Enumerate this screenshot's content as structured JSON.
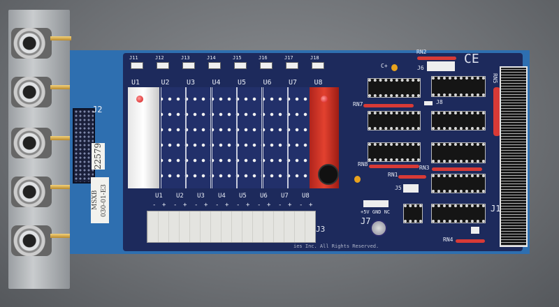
{
  "bracket": {
    "connector_count": 5,
    "connector_type": "bnc"
  },
  "stickers": {
    "serial": "22579",
    "model": "MSXB",
    "part": "030-01-E3"
  },
  "board": {
    "colors": {
      "pcb": "#2e6fb0",
      "solder_mask": "#1d2a5c",
      "module_u1": "#ffffff",
      "module_u8": "#e2412f"
    },
    "jumpers_top": [
      "J11",
      "J12",
      "J13",
      "J14",
      "J15",
      "J16",
      "J17",
      "J18"
    ],
    "slots": [
      "U1",
      "U2",
      "U3",
      "U4",
      "U5",
      "U6",
      "U7",
      "U8"
    ],
    "terminal_labels": [
      "U1",
      "U2",
      "U3",
      "U4",
      "U5",
      "U6",
      "U7",
      "U8"
    ],
    "polarity": {
      "minus": "-",
      "plus": "+"
    },
    "connectors": {
      "j2": "J2",
      "j3": "J3",
      "j1": "J1",
      "j5": "J5",
      "j6": "J6",
      "j7": "J7",
      "j8": "J8"
    },
    "resistor_networks": {
      "rn1": "RN1",
      "rn2": "RN2",
      "rn3": "RN3",
      "rn4": "RN4",
      "rn5": "RN5",
      "rn7": "RN7",
      "rn8": "RN8"
    },
    "cap_label": "C+",
    "ce_mark": "CE",
    "power_labels": "+5V GND NC",
    "copyright": "ies Inc. All Rights Reserved."
  }
}
